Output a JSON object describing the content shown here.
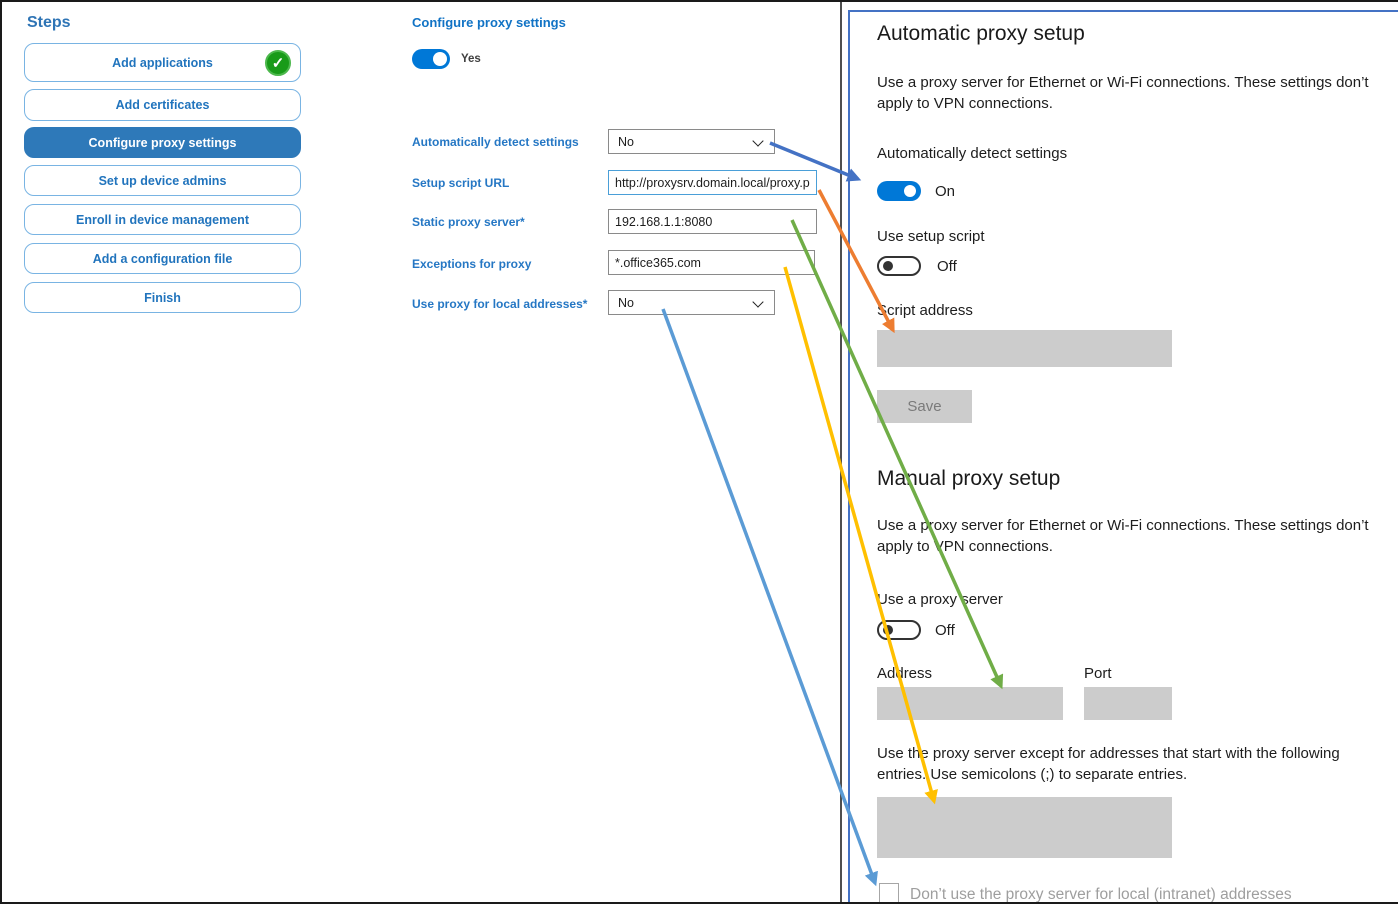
{
  "steps_panel": {
    "title": "Steps",
    "items": [
      {
        "label": "Add applications",
        "completed": true
      },
      {
        "label": "Add certificates"
      },
      {
        "label": "Configure proxy settings",
        "selected": true
      },
      {
        "label": "Set up device admins"
      },
      {
        "label": "Enroll in device management"
      },
      {
        "label": "Add a configuration file"
      },
      {
        "label": "Finish"
      }
    ]
  },
  "form": {
    "title": "Configure proxy settings",
    "toggle_state": "Yes",
    "fields": [
      {
        "label": "Automatically detect settings",
        "type": "select",
        "value": "No"
      },
      {
        "label": "Setup script URL",
        "type": "text",
        "value": "http://proxysrv.domain.local/proxy.pa"
      },
      {
        "label": "Static proxy server*",
        "type": "text",
        "value": "192.168.1.1:8080"
      },
      {
        "label": "Exceptions for proxy",
        "type": "text",
        "value": "*.office365.com"
      },
      {
        "label": "Use proxy for local addresses*",
        "type": "select",
        "value": "No"
      }
    ]
  },
  "settings_panel": {
    "automatic": {
      "heading": "Automatic proxy setup",
      "description": "Use a proxy server for Ethernet or Wi-Fi connections. These settings don’t apply to VPN connections.",
      "detect_label": "Automatically detect settings",
      "detect_state": "On",
      "script_toggle_label": "Use setup script",
      "script_toggle_state": "Off",
      "script_address_label": "Script address",
      "save_label": "Save"
    },
    "manual": {
      "heading": "Manual proxy setup",
      "description": "Use a proxy server for Ethernet or Wi-Fi connections. These settings don’t apply to VPN connections.",
      "proxy_toggle_label": "Use a proxy server",
      "proxy_toggle_state": "Off",
      "address_label": "Address",
      "port_label": "Port",
      "exceptions_description": "Use the proxy server except for addresses that start with the following entries. Use semicolons (;) to separate entries.",
      "checkbox_label": "Don’t use the proxy server for local (intranet) addresses"
    }
  },
  "arrows": {
    "detect": {
      "color": "#4472c4"
    },
    "script": {
      "color": "#ed7d31"
    },
    "address": {
      "color": "#70ad47"
    },
    "exceptions": {
      "color": "#ffc000"
    },
    "local": {
      "color": "#5b9bd5"
    }
  },
  "colors": {
    "accent_toggle_blue": "#0078d7",
    "step_selected_blue": "#2e79b9",
    "panel_border_blue": "#4472c4",
    "check_green": "#189b18",
    "disabled_gray": "#cccccc"
  }
}
